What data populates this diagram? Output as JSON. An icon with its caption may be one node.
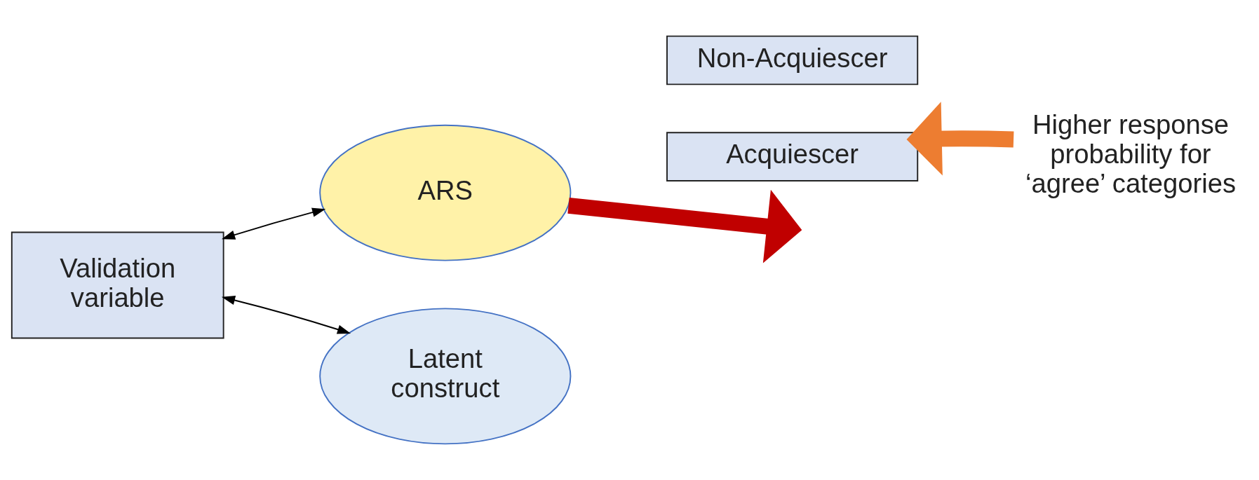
{
  "diagram": {
    "nodes": [
      {
        "text": [
          "ARS"
        ]
      },
      {
        "text": [
          "Acquiescer"
        ]
      },
      {
        "text": [
          "Non-Acquiescer"
        ]
      },
      {
        "text": [
          "Higher response probability for ‘agree’ categories"
        ]
      },
      {
        "text": [
          "Validation variable"
        ]
      },
      {
        "text": [
          "Latent construct"
        ]
      }
    ],
    "edges": [
      {
        "from": 4,
        "to": 0,
        "arrow": "both"
      },
      {
        "from": 4,
        "to": 5,
        "arrow": "both"
      },
      {
        "from": 0,
        "to": null,
        "arrow": "to",
        "style": "thick",
        "color": "#c00000"
      },
      {
        "from": 3,
        "to": 1,
        "arrow": "to",
        "style": "thick",
        "color": "#ed7d31"
      }
    ]
  }
}
